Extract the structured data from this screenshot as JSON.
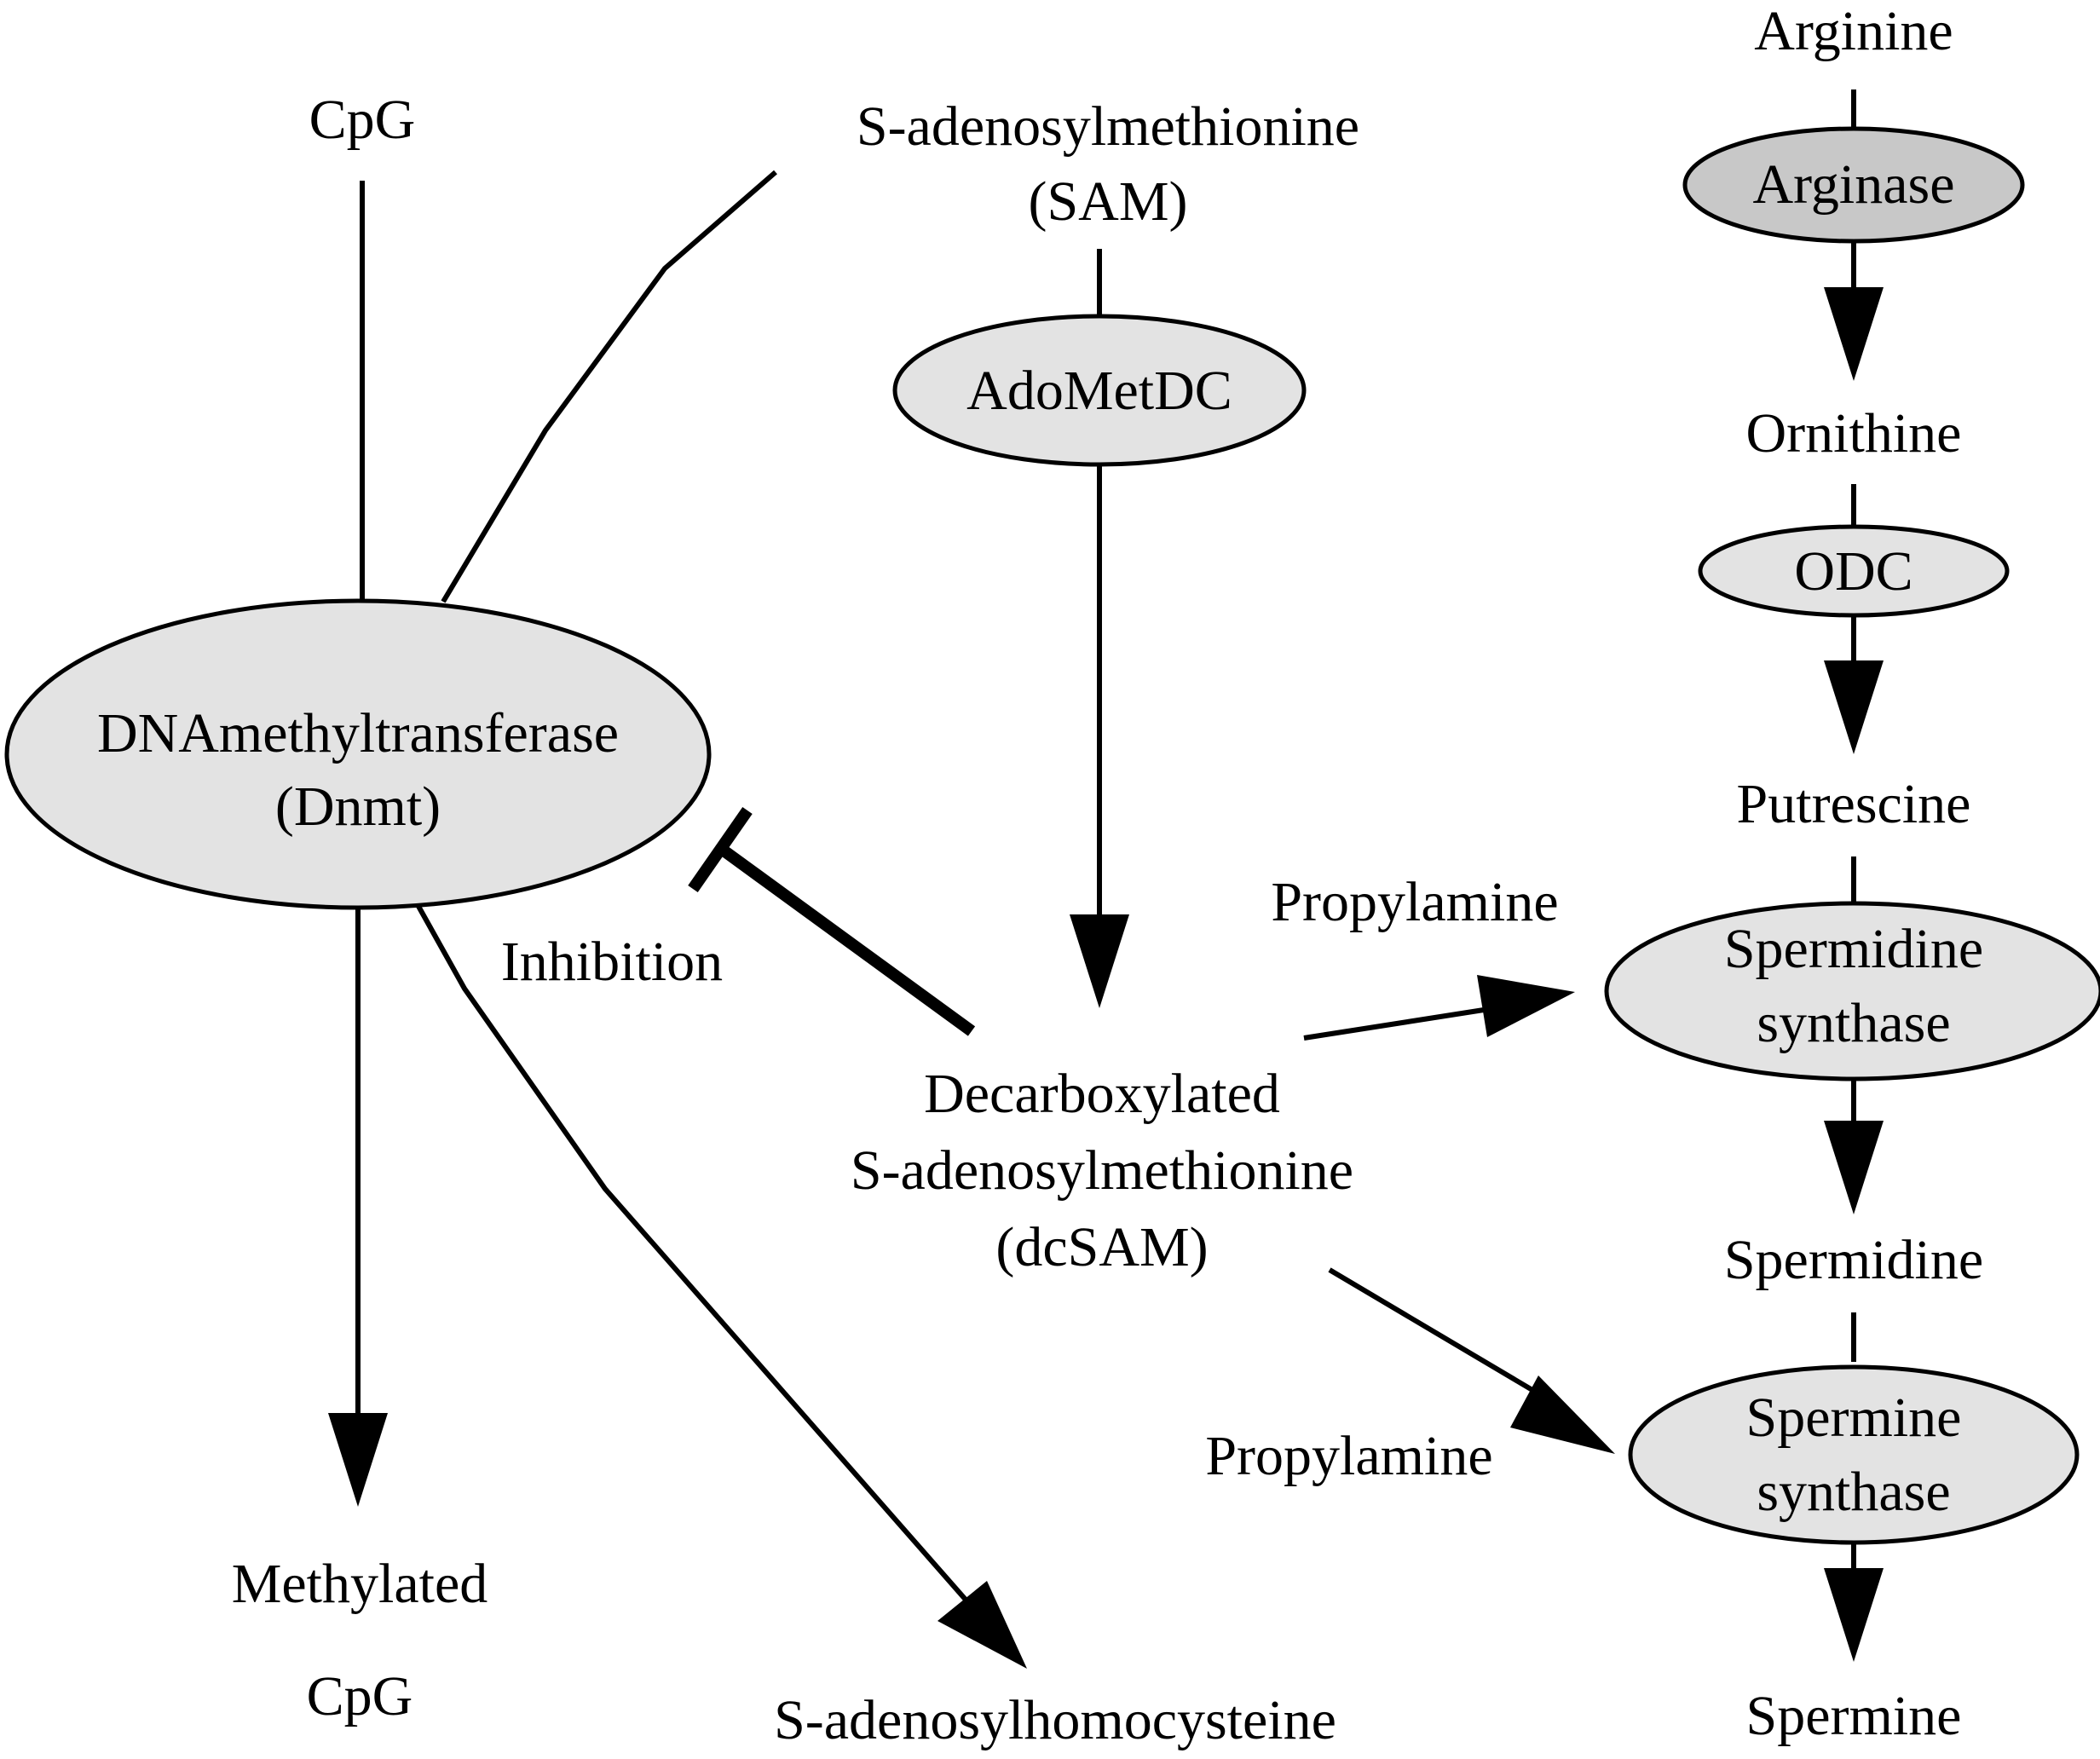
{
  "nodes": {
    "cpg": {
      "lines": [
        "CpG"
      ]
    },
    "sam": {
      "lines": [
        "S-adenosylmethionine",
        "(SAM)"
      ]
    },
    "arginine": {
      "lines": [
        "Arginine"
      ]
    },
    "arginase": {
      "lines": [
        "Arginase"
      ],
      "fill": "#c8c8c8"
    },
    "adometdc": {
      "lines": [
        "AdoMetDC"
      ],
      "fill": "#e3e3e3"
    },
    "ornithine": {
      "lines": [
        "Ornithine"
      ]
    },
    "odc": {
      "lines": [
        "ODC"
      ],
      "fill": "#e3e3e3"
    },
    "dnmt": {
      "lines": [
        "DNAmethyltransferase",
        "(Dnmt)"
      ],
      "fill": "#e3e3e3"
    },
    "putrescine": {
      "lines": [
        "Putrescine"
      ]
    },
    "propylamine1": {
      "lines": [
        "Propylamine"
      ]
    },
    "spermidine_synthase": {
      "lines": [
        "Spermidine",
        "synthase"
      ],
      "fill": "#e3e3e3"
    },
    "inhibition": {
      "lines": [
        "Inhibition"
      ]
    },
    "dcsam": {
      "lines": [
        "Decarboxylated",
        "S-adenosylmethionine",
        "(dcSAM)"
      ]
    },
    "spermidine": {
      "lines": [
        "Spermidine"
      ]
    },
    "propylamine2": {
      "lines": [
        "Propylamine"
      ]
    },
    "spermine_synthase": {
      "lines": [
        "Spermine",
        "synthase"
      ],
      "fill": "#e3e3e3"
    },
    "methylated_cpg": {
      "lines": [
        "Methylated",
        "CpG"
      ]
    },
    "sah": {
      "lines": [
        "S-adenosylhomocysteine"
      ]
    },
    "spermine": {
      "lines": [
        "Spermine"
      ]
    }
  },
  "edges": [
    {
      "from": "cpg",
      "to": "dnmt",
      "type": "line"
    },
    {
      "from": "sam",
      "to": "dnmt",
      "type": "line"
    },
    {
      "from": "dnmt",
      "to": "methylated_cpg",
      "type": "arrow"
    },
    {
      "from": "dnmt",
      "to": "sah",
      "type": "arrow"
    },
    {
      "from": "sam",
      "to": "adometdc",
      "type": "line"
    },
    {
      "from": "adometdc",
      "to": "dcsam",
      "type": "arrow"
    },
    {
      "from": "dcsam",
      "to": "dnmt",
      "type": "inhibition"
    },
    {
      "from": "dcsam",
      "to": "spermidine_synthase",
      "type": "arrow"
    },
    {
      "from": "dcsam",
      "to": "spermine_synthase",
      "type": "arrow"
    },
    {
      "from": "arginine",
      "to": "arginase",
      "type": "line"
    },
    {
      "from": "arginase",
      "to": "ornithine",
      "type": "arrow"
    },
    {
      "from": "ornithine",
      "to": "odc",
      "type": "line"
    },
    {
      "from": "odc",
      "to": "putrescine",
      "type": "arrow"
    },
    {
      "from": "putrescine",
      "to": "spermidine_synthase",
      "type": "line"
    },
    {
      "from": "spermidine_synthase",
      "to": "spermidine",
      "type": "arrow"
    },
    {
      "from": "spermidine",
      "to": "spermine_synthase",
      "type": "line"
    },
    {
      "from": "spermine_synthase",
      "to": "spermine",
      "type": "arrow"
    }
  ]
}
